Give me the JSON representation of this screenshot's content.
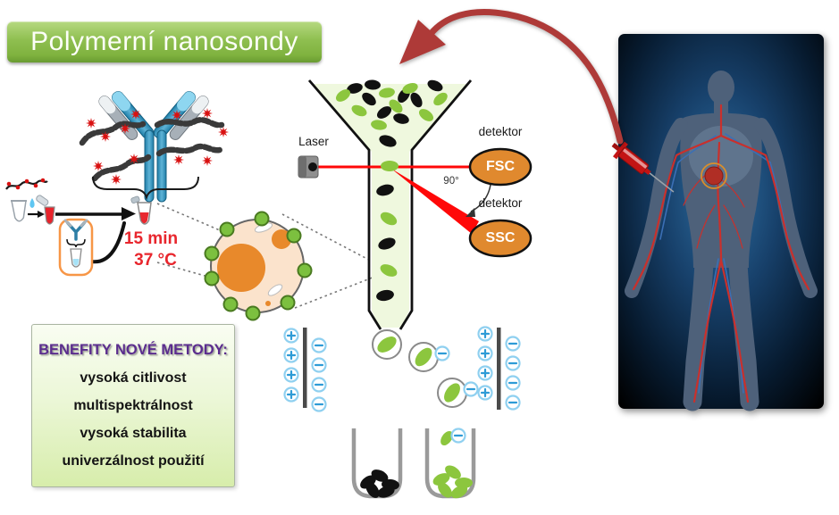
{
  "slide": {
    "title": "Polymerní nanosondy"
  },
  "workflow": {
    "time": "15 min",
    "temperature": "37 °C"
  },
  "cytometer": {
    "laser": "Laser",
    "angle": "90°",
    "detectors": [
      {
        "label": "detektor",
        "name": "FSC"
      },
      {
        "label": "detektor",
        "name": "SSC"
      }
    ]
  },
  "benefits": {
    "heading": "BENEFITY NOVÉ METODY:",
    "items": [
      "vysoká citlivost",
      "multispektrálnost",
      "vysoká stabilita",
      "univerzálnost použití"
    ]
  },
  "icons": [
    "antibody-conjugate-icon",
    "polymer-chain-icon",
    "reaction-tube-icon",
    "antibody-vial-icon",
    "droplet-icon",
    "cell-icon",
    "flow-cytometer-funnel-icon",
    "laser-icon",
    "fsc-detector-icon",
    "ssc-detector-icon",
    "electrode-plate-icon",
    "charge-plus-icon",
    "charge-minus-icon",
    "collection-tube-icon",
    "human-body-icon",
    "syringe-icon",
    "red-curved-arrow-icon"
  ],
  "colors": {
    "title_green": "#8fbf50",
    "probe_green": "#8cc63e",
    "funnel_fill": "#eff8de",
    "detector_orange": "#e0892e",
    "laser_red": "#ff0808",
    "text_red": "#e8262d",
    "benefit_purple": "#5b2d8e",
    "arrow_red": "#ae3a38",
    "charge_blue": "#2e9bd6",
    "burst_red": "#d91111"
  }
}
